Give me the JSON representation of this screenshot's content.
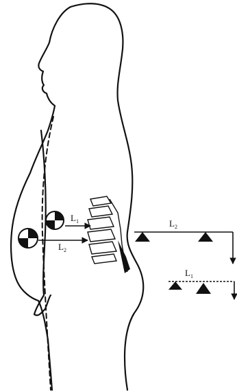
{
  "labels": {
    "lever_l1": "L",
    "lever_l1_sub": "1",
    "lever_l2": "L",
    "lever_l2_sub": "2",
    "beam_l2": "L",
    "beam_l2_sub": "2",
    "beam_l1": "L",
    "beam_l1_sub": "1"
  },
  "colors": {
    "ink": "#111111",
    "paper": "#ffffff"
  }
}
